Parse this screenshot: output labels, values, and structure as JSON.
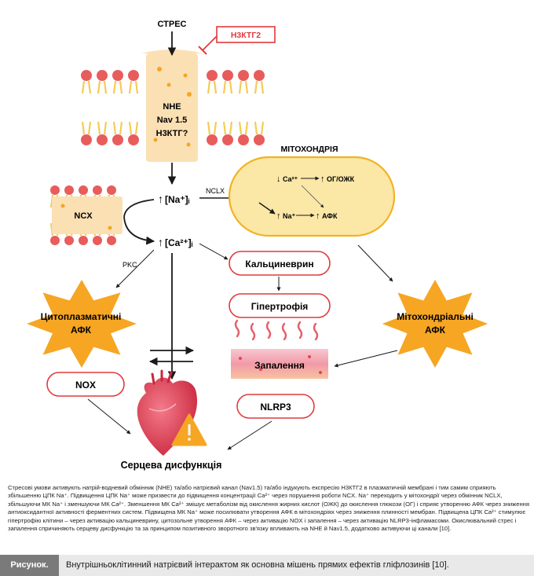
{
  "nodes": {
    "stress": "СТРЕС",
    "inhibitor": "Н3КТГ2",
    "channel_line1": "NHE",
    "channel_line2": "Nav 1.5",
    "channel_line3": "Н3КТГ?",
    "mitochondria_title": "МІТОХОНДРІЯ",
    "mito_ca": "Ca²⁺",
    "mito_og": "ОГ/ОЖК",
    "mito_na": "Na⁺",
    "mito_afk": "АФК",
    "na_i": "[Na⁺]ᵢ",
    "ca_i": "[Ca²⁺]ᵢ",
    "nclx": "NCLX",
    "ncx": "NCX",
    "pkc": "PKC",
    "calcineurin": "Кальциневрин",
    "hypertrophy": "Гіпертрофія",
    "inflammation": "Запалення",
    "nlrp3": "NLRP3",
    "nox": "NOX",
    "cyto_afk_line1": "Цитоплазматичні",
    "cyto_afk_line2": "АФК",
    "mito_afk_line1": "Мітохондріальні",
    "mito_afk_line2": "АФК",
    "cardiac": "Серцева дисфункція"
  },
  "caption": {
    "text": "Стресові умови активують натрій-водневий обмінник (NHE) та/або натрієвий канал (Nav1.5) та/або індукують експресію Н3КТГ2 в плазматичній мембрані і тим самим сприяють збільшенню ЦПК Na⁺. Підвищення ЦПК Na⁺ може призвести до підвищення концентрації Ca²⁺ через порушення роботи NCX. Na⁺ переходить у мітохондрії через обмінник NCLX, збільшуючи МК Na⁺ і зменшуючи МК Ca²⁺. Зменшення МК Ca²⁺ змішує метаболізм від окислення жирних кислот (ОЖК) до окислення глюкози (ОГ) і сприяє утворенню АФК через зниження антиоксидантної активності ферментних систем. Підвищена МК Na⁺ може посилювати утворення АФК в мітохондріях через зниження плинності мембран. Підвищена ЦПК Ca²⁺ стимулює гіпертрофію клітини – через активацію кальциневрину, цитозольне утворення АФК – через активацію NOX і запалення – через активацію NLRP3-інфламасоми. Окислювальний стрес і запалення спричиняють серцеву дисфункцію та за принципом позитивного зворотного зв'язку впливають на NHE й Nav1.5, додатково активуючи ці канали [10]."
  },
  "footer": {
    "tag": "Рисунок.",
    "title": "Внутрішньоклітинний натрієвий інтерактом як основна мішень прямих ефектів гліфлозинів [10]."
  },
  "colors": {
    "red": "#e03a3e",
    "orange": "#f6a623",
    "membrane_head": "#e85c5c",
    "membrane_tail": "#f3cc55",
    "mito_fill": "#fbe7a6",
    "mito_stroke": "#f0b323",
    "channel": "#fbe0b4",
    "inflammation_band": "#f2a3b0"
  },
  "icons": [
    "up-arrow-icon",
    "inhibition-icon",
    "heart-icon",
    "warning-icon",
    "starburst-icon",
    "wavy-lines-icon"
  ]
}
